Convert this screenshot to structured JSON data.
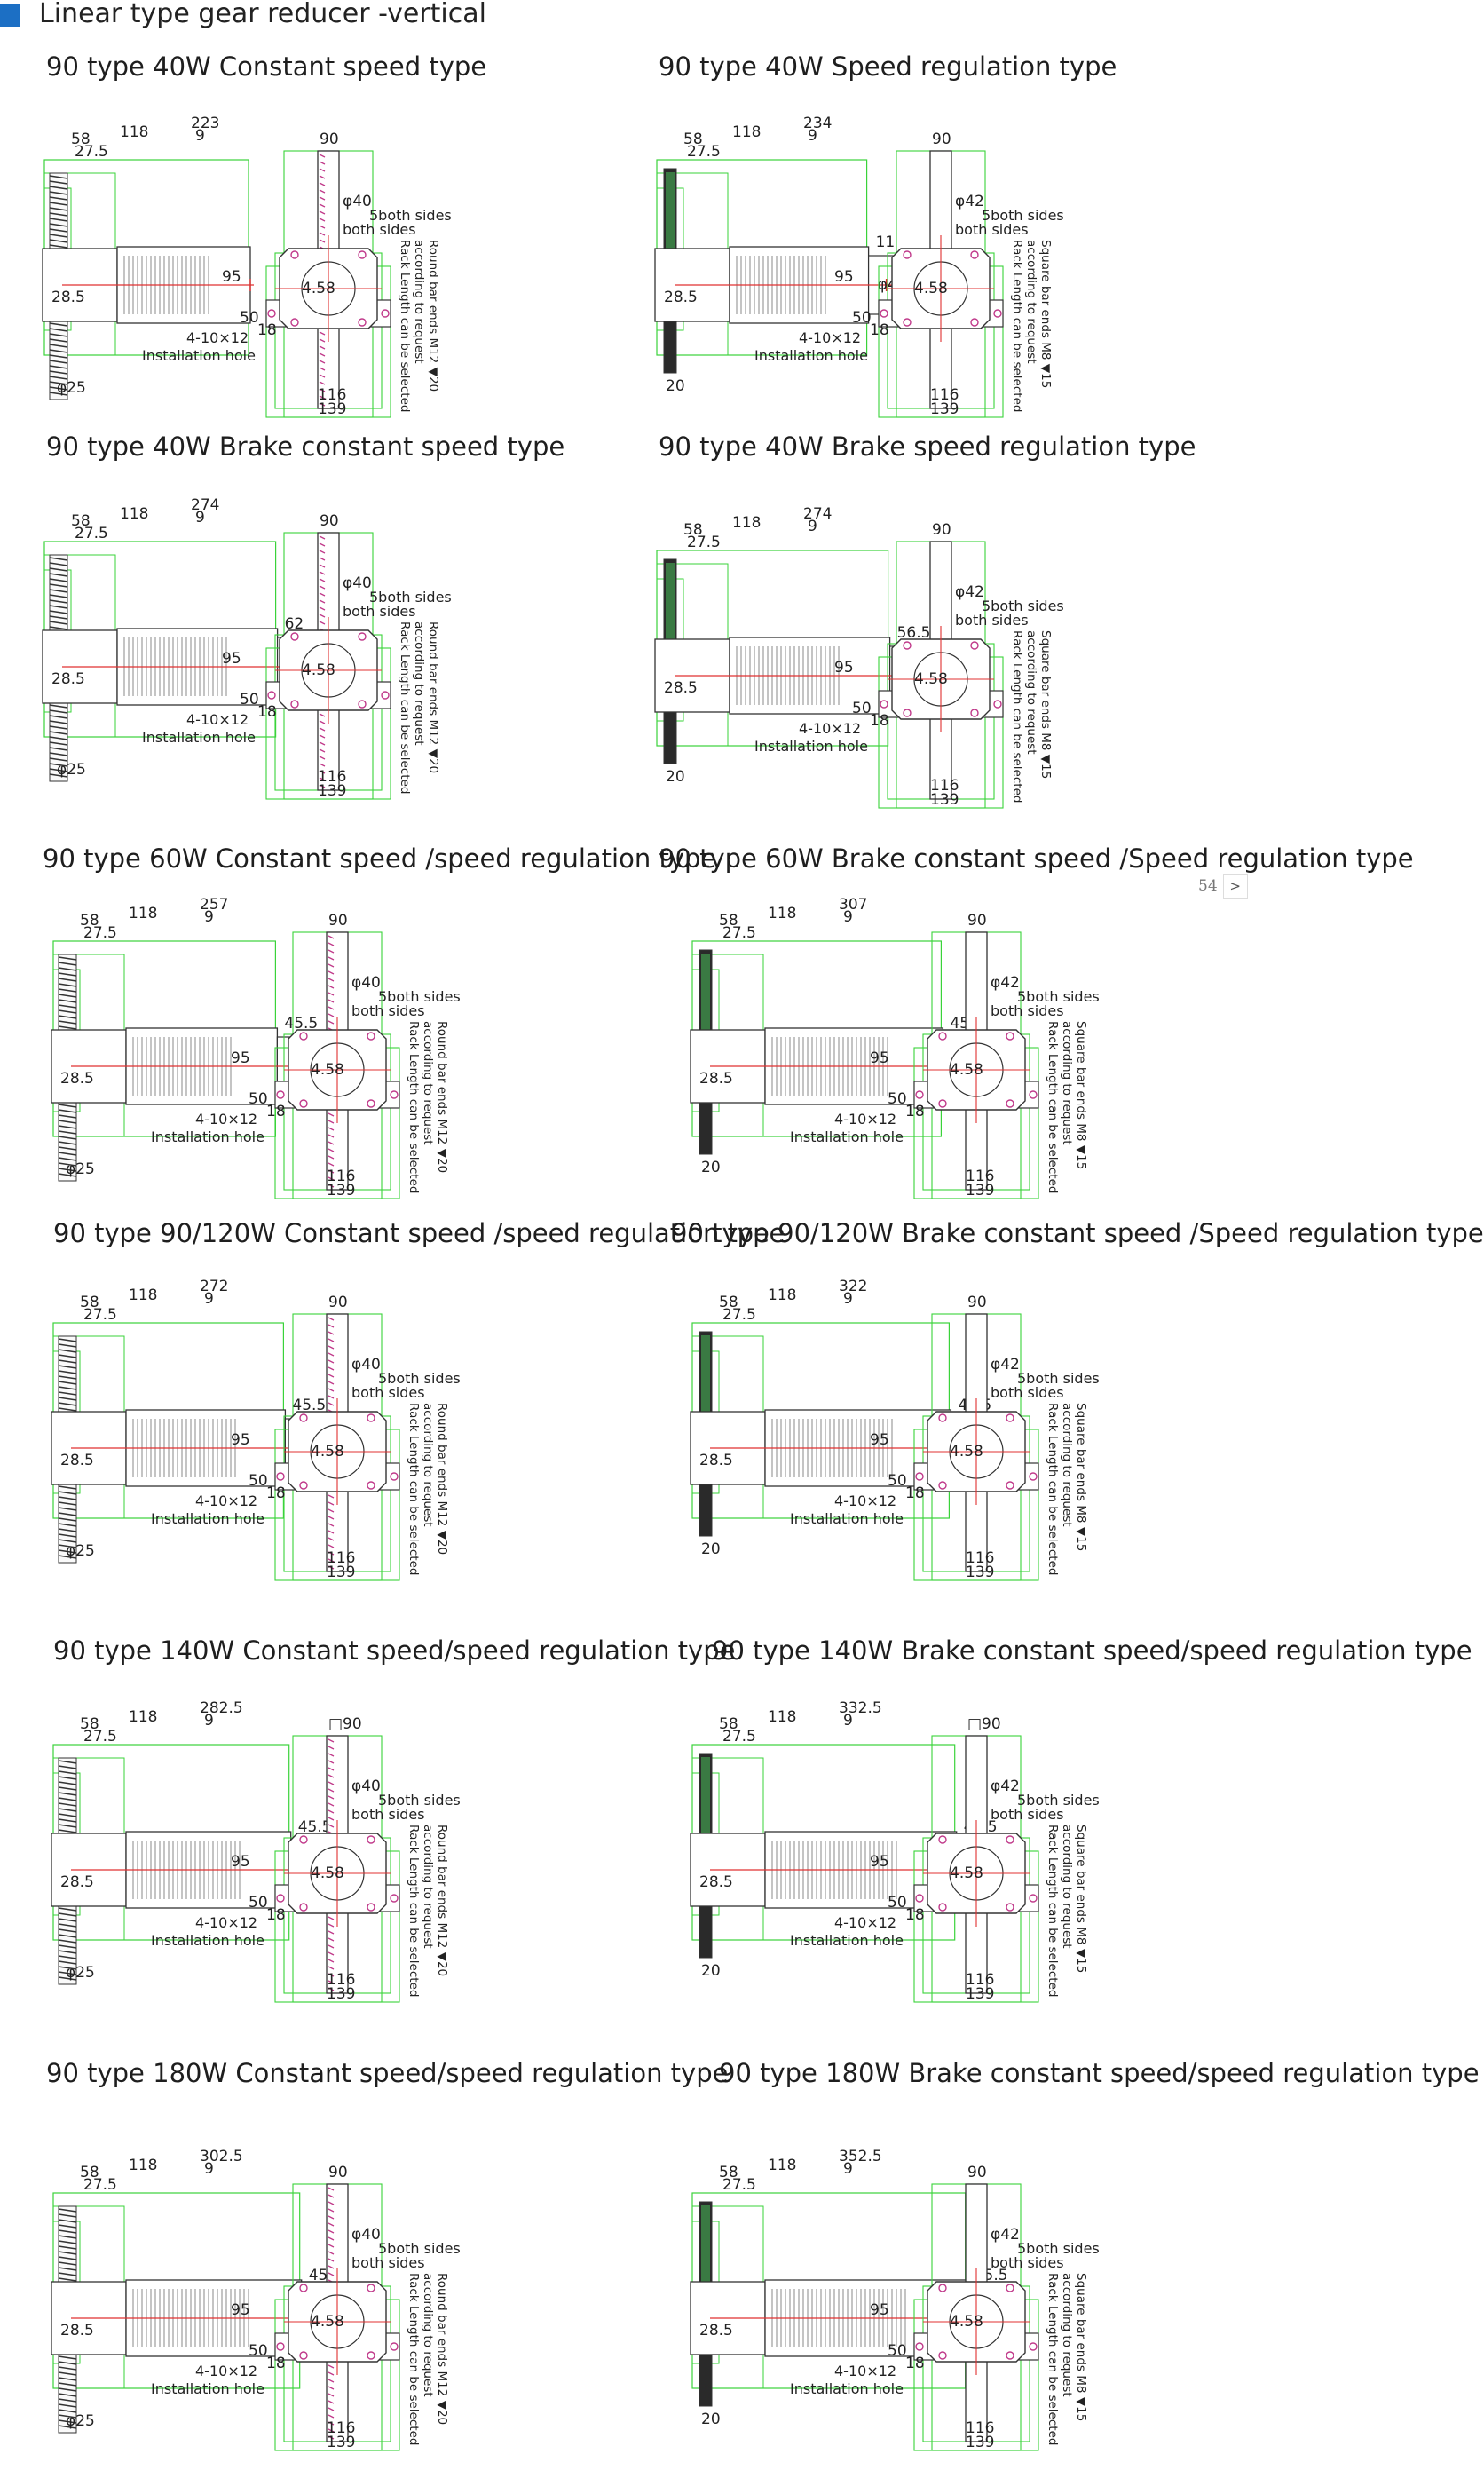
{
  "header": {
    "title": "Linear type gear reducer -vertical",
    "accent_color": "#1c6fc4"
  },
  "labels": {
    "d58": "58",
    "d118": "118",
    "d9": "9",
    "d27_5": "27.5",
    "d28_5": "28.5",
    "d90": "90",
    "box90": "□90",
    "phi40": "φ40",
    "phi42": "φ42",
    "phi46": "φ46",
    "phi25": "φ25",
    "both5": "5both sides",
    "both": "both sides",
    "d95": "95",
    "d50": "50",
    "d18": "18",
    "d4_58": "4.58",
    "hole": "4-10×12",
    "install": "Installation hole",
    "d116": "116",
    "d139": "139",
    "d20": "20",
    "d11": "11",
    "d45_5": "45.5",
    "d56_5": "56.5",
    "d62": "62",
    "rack1": "Rack Length can be selected",
    "rack2": "according to request",
    "round": "Round  bar ends M12 ▼20",
    "square": "Square  bar ends M8 ▼15"
  },
  "sections": [
    {
      "title": "90 type 40W Constant speed type",
      "dim": "223",
      "ext": "",
      "bar": "round",
      "box90": false,
      "phi": "40"
    },
    {
      "title": "90 type 40W Speed regulation type",
      "dim": "234",
      "ext": "11",
      "bar": "square",
      "box90": false,
      "phi": "42"
    },
    {
      "title": "90 type 40W Brake constant speed type",
      "dim": "274",
      "ext": "62",
      "bar": "round",
      "box90": false,
      "phi": "40"
    },
    {
      "title": "90 type 40W Brake speed regulation type",
      "dim": "274",
      "ext": "56.5",
      "bar": "square",
      "box90": false,
      "phi": "42"
    },
    {
      "title": "90 type 60W Constant speed /speed regulation type",
      "dim": "257",
      "ext": "45.5",
      "bar": "round",
      "box90": false,
      "phi": "40"
    },
    {
      "title": "90 type 60W Brake constant speed /Speed regulation type",
      "dim": "307",
      "ext": "45.5",
      "bar": "square",
      "box90": false,
      "phi": "42"
    },
    {
      "title": "90 type 90/120W Constant speed /speed regulation type",
      "dim": "272",
      "ext": "45.5",
      "bar": "round",
      "box90": false,
      "phi": "40"
    },
    {
      "title": "90 type 90/120W Brake constant speed /Speed regulation type",
      "dim": "322",
      "ext": "45.5",
      "bar": "square",
      "box90": false,
      "phi": "42"
    },
    {
      "title": "90 type 140W Constant speed/speed regulation type",
      "dim": "282.5",
      "ext": "45.5",
      "bar": "round",
      "box90": true,
      "phi": "40"
    },
    {
      "title": "90 type 140W Brake constant speed/speed regulation type",
      "dim": "332.5",
      "ext": "45.5",
      "bar": "square",
      "box90": true,
      "phi": "42"
    },
    {
      "title": "90 type 180W Constant speed/speed regulation type",
      "dim": "302.5",
      "ext": "45.5",
      "bar": "round",
      "box90": false,
      "phi": "40"
    },
    {
      "title": "90 type 180W Brake constant speed/speed regulation type",
      "dim": "352.5",
      "ext": "45.5",
      "bar": "square",
      "box90": false,
      "phi": "42"
    }
  ],
  "pager": {
    "page": "54",
    "next": ">"
  },
  "colors": {
    "dim_line": "#3ad33a",
    "outline": "#333333",
    "center_line": "#e03030",
    "mark": "#c0398a"
  }
}
